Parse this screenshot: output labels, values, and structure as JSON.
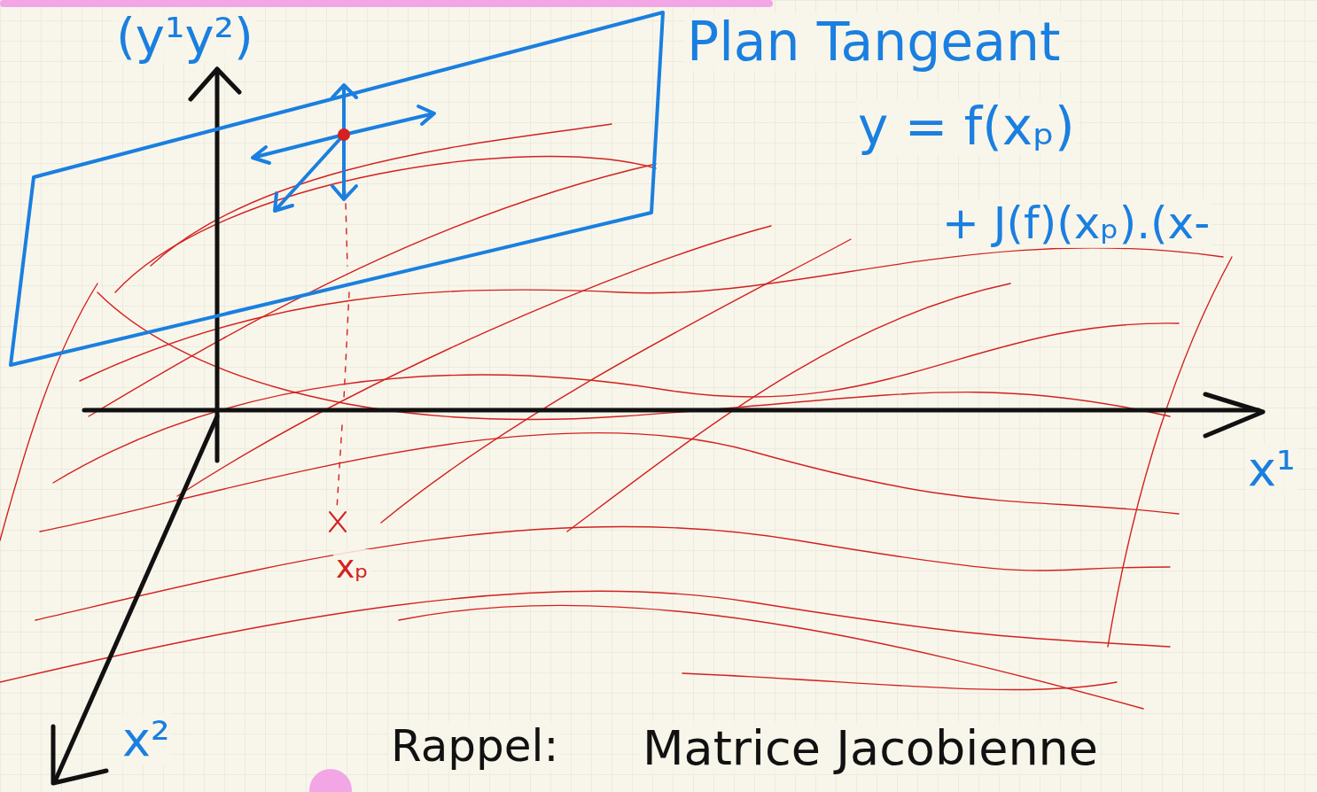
{
  "diagram": {
    "labels": [
      "(y¹y²)",
      "Plan Tangeant",
      "y = f(xₚ)",
      "+ J(f)(xₚ).(x-",
      "x¹",
      "x²",
      "xₚ",
      "Rappel:",
      "Matrice Jacobienne"
    ]
  }
}
